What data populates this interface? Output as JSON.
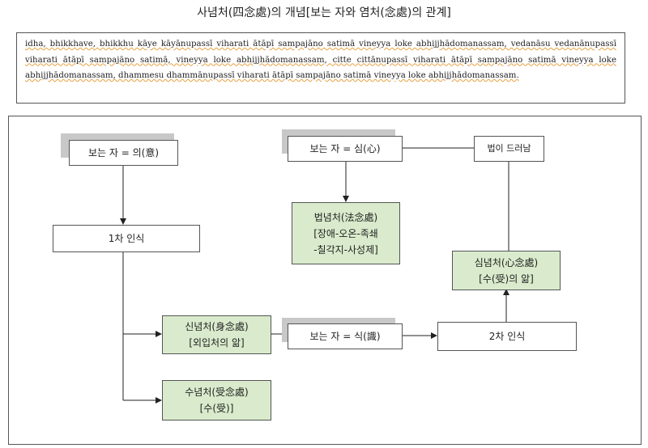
{
  "title": "사념처(四念處)의 개념[보는 자와 염처(念處)의 관계]",
  "passage": "idha, bhikkhave, bhikkhu kāye kāyānupassī viharati ātāpī sampajāno satimā vineyya loke abhijjhādomanassam, vedanāsu vedanānupassī viharati ātāpī sampajāno satimā, vineyya loke abhijjhādomanassam, citte cittānupassī viharati ātāpī sampajāno satimā vineyya loke abhijjhādomanassam, dhammesu dhammānupassī viharati ātāpī sampajāno satimā vineyya loke abhijjhādomanassam.",
  "nodes": {
    "seer_mind": "보는 자 = 의(意)",
    "first_cognition": "1차 인식",
    "seer_heart": "보는 자 = 심(心)",
    "dhamma_appears": "법이 드러남",
    "dhamma_line1": "법념처(法念處)",
    "dhamma_line2": "[장애-오온-족쇄",
    "dhamma_line3": "-칠각지-사성제]",
    "citta_line1": "심념처(心念處)",
    "citta_line2": "[수(受)의 앎]",
    "kaya_line1": "신념처(身念處)",
    "kaya_line2": "[외입처의 앎]",
    "seer_consciousness": "보는 자 = 식(識)",
    "second_cognition": "2차 인식",
    "vedana_line1": "수념처(受念處)",
    "vedana_line2": "[수(受)]"
  }
}
